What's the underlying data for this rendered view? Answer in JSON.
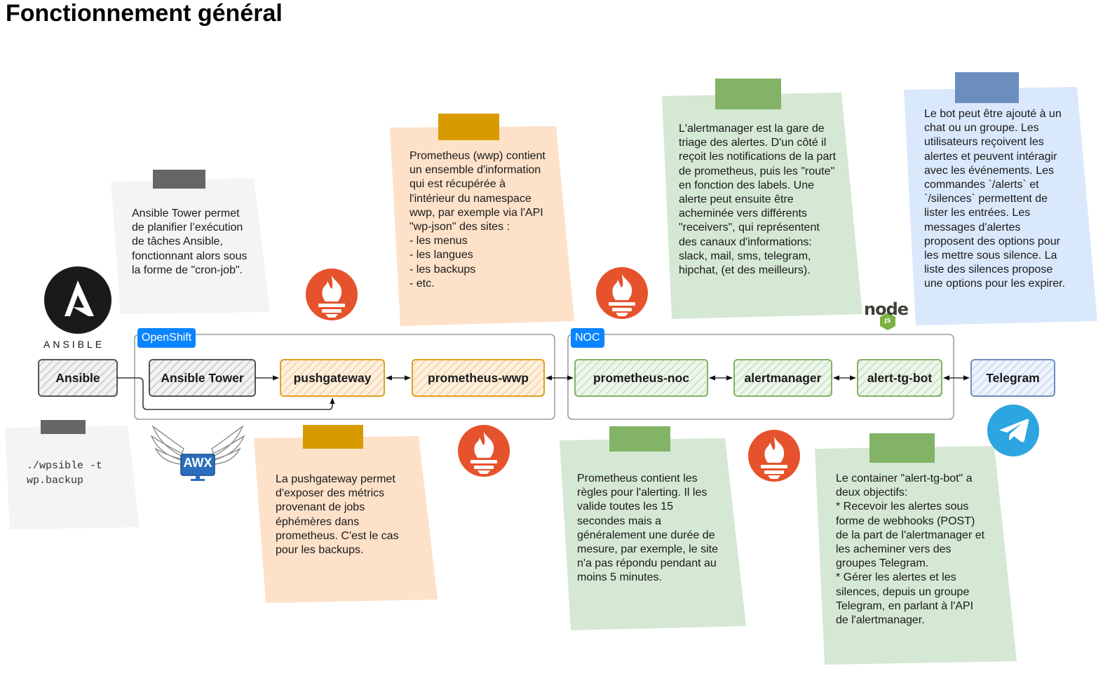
{
  "page": {
    "title": "Fonctionnement général"
  },
  "colors": {
    "gray_note": "#f4f4f4",
    "gray_tape": "#666666",
    "orange_note": "#fde1c9",
    "orange_tape": "#d79b00",
    "green_note": "#d5e8d4",
    "green_tape": "#82b366",
    "blue_note": "#dae8fc",
    "blue_tape": "#6c8ebf",
    "prometheus": "#e6522c",
    "group_label": "#0a84ff",
    "telegram": "#2ca5e0"
  },
  "notes": {
    "ansible_tower": "Ansible Tower permet\nde planifier l’exécution\nde tâches Ansible,\nfonctionnant alors sous\nla forme de \"cron-job\".",
    "wpsible": "./wpsible -t\nwp.backup",
    "prometheus_wwp": "Prometheus (wwp) contient\nun ensemble d'information\nqui est récupérée à\nl'intérieur du namespace\nwwp, par exemple via l'API\n\"wp-json\" des sites :\n- les menus\n- les langues\n- les backups\n- etc.",
    "pushgateway": "La pushgateway permet\nd'exposer des métrics\nprovenant de jobs\néphémères dans\nprometheus. C'est le cas\npour les backups.",
    "alertmanager": "L'alertmanager est la gare de\ntriage des alertes. D'un côté il\nreçoit les notifications de la part\nde prometheus, puis les \"route\"\nen fonction des labels. Une\nalerte peut ensuite être\nacheminée vers différents\n\"receivers\", qui représentent\ndes canaux d'informations:\nslack, mail, sms, telegram,\nhipchat, (et des meilleurs).",
    "prometheus_noc": "Prometheus contient les\nrègles pour l'alerting. Il les\nvalide toutes les 15\nsecondes mais a\ngénéralement une durée de\nmesure, par exemple, le site\nn'a pas répondu pendant au\nmoins 5 minutes.",
    "bot": "Le bot peut être ajouté à un\nchat ou un groupe. Les\nutilisateurs reçoivent les\nalertes et peuvent intéragir\navec les événements. Les\ncommandes `/alerts` et\n`/silences` permettent de\nlister les entrées. Les\nmessages d'alertes\nproposent des options pour\nles mettre sous silence. La\nliste des silences propose\nune options pour les expirer.",
    "alert_tg_bot": "Le container \"alert-tg-bot\" a\ndeux objectifs:\n* Recevoir les alertes sous\nforme de webhooks (POST)\nde la part de l'alertmanager et\nles acheminer vers des\ngroupes Telegram.\n* Gérer les alertes et les\nsilences, depuis un groupe\nTelegram, en parlant à l'API\nde l'alertmanager."
  },
  "groups": {
    "openshift": "OpenShift",
    "noc": "NOC"
  },
  "nodes": {
    "ansible": "Ansible",
    "ansible_tower": "Ansible Tower",
    "pushgateway": "pushgateway",
    "prometheus_wwp": "prometheus-wwp",
    "prometheus_noc": "prometheus-noc",
    "alertmanager": "alertmanager",
    "alert_tg_bot": "alert-tg-bot",
    "telegram": "Telegram"
  },
  "logos": {
    "ansible_word": "ANSIBLE",
    "awx": "AWX",
    "node": "node",
    "node_js": "JS"
  },
  "icons": {
    "ansible": "ansible-logo-icon",
    "awx": "awx-logo-icon",
    "prometheus": "prometheus-logo-icon",
    "node": "nodejs-logo-icon",
    "telegram": "telegram-logo-icon"
  }
}
